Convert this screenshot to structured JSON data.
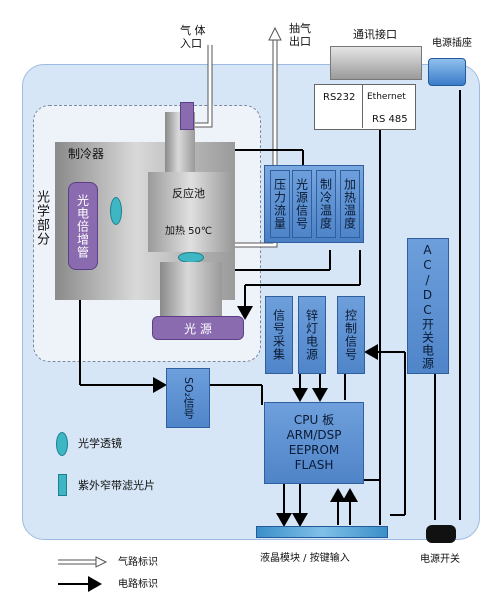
{
  "gas_in": "气 体\n入口",
  "gas_out": "抽气\n出口",
  "comm_port": "通讯接口",
  "power_socket": "电源插座",
  "rs232": "RS232",
  "ethernet": "Ethernet",
  "rs485": "RS 485",
  "cooler": "制冷器",
  "optical_part": "光学部分",
  "pmt": "光电倍增管",
  "reactor": "反应池",
  "heating": "加热 50℃",
  "light_source": "光  源",
  "sensors": [
    "压力流量",
    "光源信号",
    "制冷温度",
    "加热温度"
  ],
  "ac_dc": "AC/DC开关电源",
  "mid_boxes": [
    "信号采集",
    "锌灯电源",
    "控制信号"
  ],
  "so2_signal": "SO₂信号",
  "cpu": [
    "CPU 板",
    "ARM/DSP",
    "EEPROM",
    "FLASH"
  ],
  "lens_legend": "光学透镜",
  "filter_legend": "紫外窄带滤光片",
  "lcd": "液晶模块 / 按键输入",
  "power_switch": "电源开关",
  "gas_path_legend": "气路标识",
  "circuit_legend": "电路标识"
}
